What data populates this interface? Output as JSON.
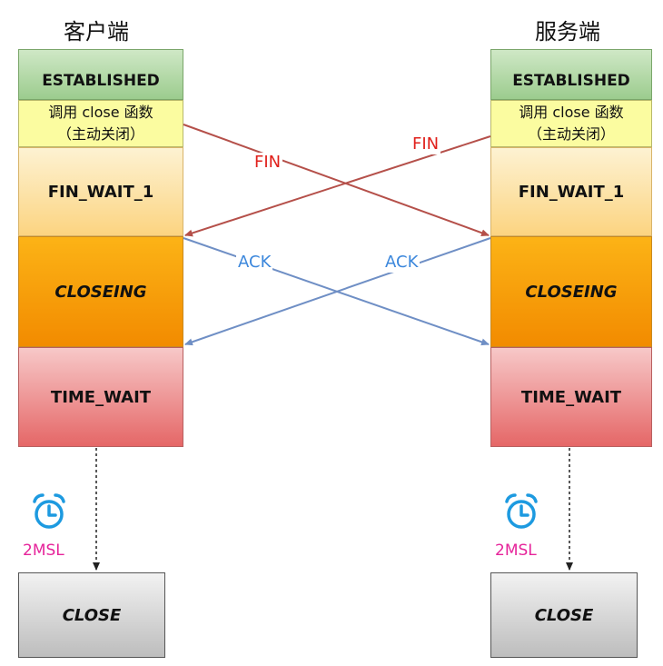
{
  "client": {
    "title": "客户端",
    "established": "ESTABLISHED",
    "call_close_line1": "调用 close 函数",
    "call_close_line2": "（主动关闭）",
    "fin_wait_1": "FIN_WAIT_1",
    "closeing": "CLOSEING",
    "time_wait": "TIME_WAIT",
    "msl": "2MSL",
    "close": "CLOSE"
  },
  "server": {
    "title": "服务端",
    "established": "ESTABLISHED",
    "call_close_line1": "调用 close 函数",
    "call_close_line2": "（主动关闭）",
    "fin_wait_1": "FIN_WAIT_1",
    "closeing": "CLOSEING",
    "time_wait": "TIME_WAIT",
    "msl": "2MSL",
    "close": "CLOSE"
  },
  "messages": {
    "client_fin": "FIN",
    "server_fin": "FIN",
    "client_ack": "ACK",
    "server_ack": "ACK"
  },
  "colors": {
    "fin_arrow": "#b5504a",
    "ack_arrow": "#6f8fc5",
    "fin_text": "#e0201b",
    "ack_text": "#3d88dc",
    "msl_text": "#e6239a",
    "clock": "#1d9ae0"
  },
  "icons": {
    "timer": "alarm-clock-icon"
  }
}
